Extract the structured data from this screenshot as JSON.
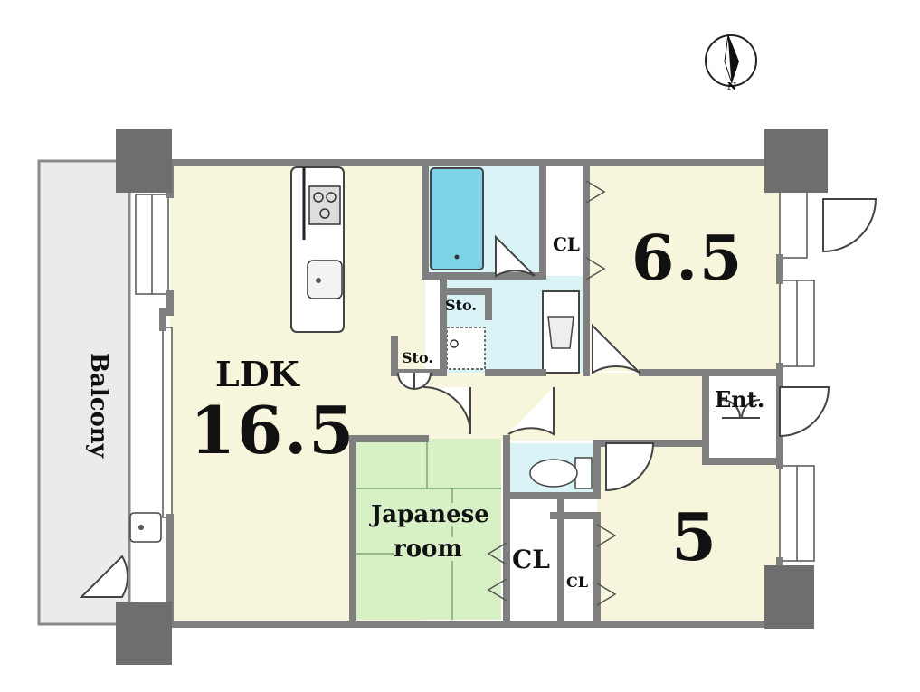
{
  "compass": {
    "label": "N",
    "icon": "north-arrow-icon"
  },
  "rooms": {
    "balcony": "Balcony",
    "ldk": {
      "name": "LDK",
      "area": "16.5"
    },
    "bedroom_north": {
      "area": "6.5"
    },
    "bedroom_south": {
      "area": "5"
    },
    "japanese_room": {
      "line1": "Japanese",
      "line2": "room"
    },
    "entrance": "Ent.",
    "closet_north": "CL",
    "closet_main": "CL",
    "closet_small": "CL",
    "storage_upper": "Sto.",
    "storage_lower": "Sto."
  },
  "colors": {
    "wall": "#7f7f7f",
    "pillar": "#6e6e6e",
    "floor": "#f7f6dc",
    "tatami": "#d7f0c6",
    "wet_area": "#d9f3f7",
    "bathtub": "#7fd3e6",
    "balcony": "#ebebeb"
  }
}
